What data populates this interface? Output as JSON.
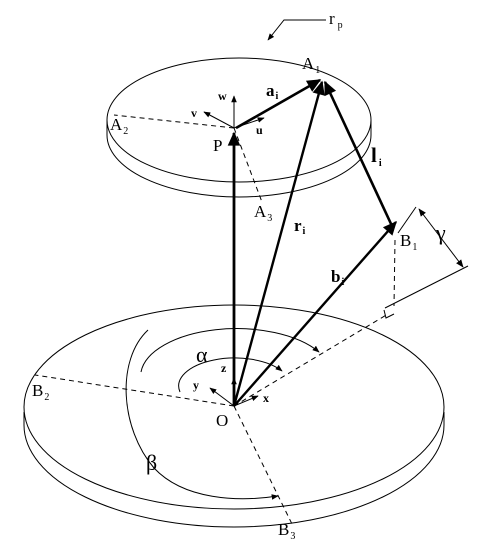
{
  "labels": {
    "rp_main": "r",
    "rp_sub": "p",
    "A1_main": "A",
    "A1_sub": "1",
    "A2_main": "A",
    "A2_sub": "2",
    "A3_main": "A",
    "A3_sub": "3",
    "B1_main": "B",
    "B1_sub": "1",
    "B2_main": "B",
    "B2_sub": "2",
    "B3_main": "B",
    "B3_sub": "3",
    "P": "P",
    "O": "O",
    "ai_main": "a",
    "ai_sub": "i",
    "li_main": "l",
    "li_sub": "i",
    "ri_main": "r",
    "ri_sub": "i",
    "bi_main": "b",
    "bi_sub": "i",
    "w": "w",
    "v": "v",
    "u": "u",
    "x": "x",
    "y": "y",
    "z": "z",
    "alpha": "α",
    "beta": "β",
    "gamma": "γ"
  }
}
